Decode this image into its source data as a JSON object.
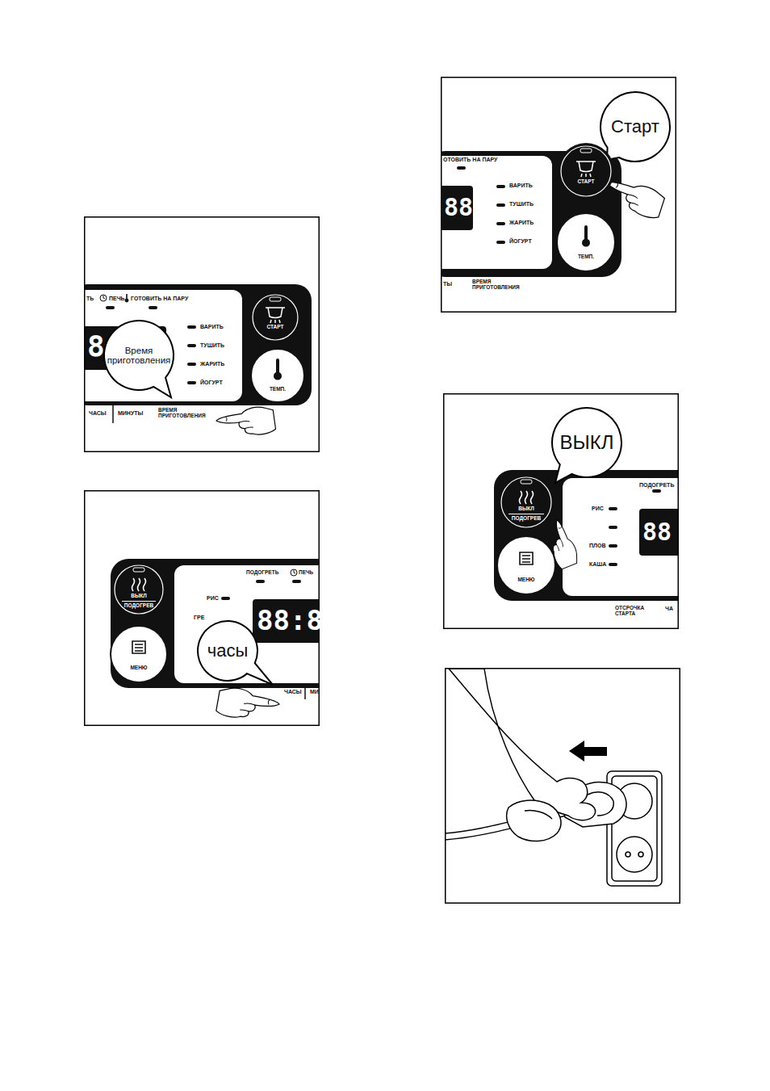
{
  "diagram": {
    "nodes": [
      {
        "text": [
          "Время приготовления"
        ]
      },
      {
        "text": [
          "СТАРТ"
        ]
      },
      {
        "text": [
          "ТЕМП."
        ]
      },
      {
        "text": [
          "ВЫКЛ",
          "ПОДОГРЕВ"
        ]
      },
      {
        "text": [
          "МЕНЮ"
        ]
      },
      {
        "text": [
          "часы"
        ]
      },
      {
        "text": [
          "Старт"
        ]
      },
      {
        "text": [
          "СТАРТ"
        ]
      },
      {
        "text": [
          "ТЕМП."
        ]
      },
      {
        "text": [
          "ВЫКЛ"
        ]
      },
      {
        "text": [
          "ВЫКЛ",
          "ПОДОГРЕВ"
        ]
      },
      {
        "text": [
          "МЕНЮ"
        ]
      }
    ],
    "labels": [
      "ТЬ",
      "ПЕЧЬ",
      "ГОТОВИТЬ НА ПАРУ",
      "8",
      "ВАРИТЬ",
      "ТУШИТЬ",
      "ЖАРИТЬ",
      "ЙОГУРТ",
      "ЧАСЫ",
      "МИНУТЫ",
      "ВРЕМЯ ПРИГОТОВЛЕНИЯ",
      "ПОДОГРЕТЬ",
      "ПЕЧЬ",
      "РИС",
      "ГРЕ",
      "88:8",
      "ЧАСЫ",
      "МИ",
      "ОТОВИТЬ НА ПАРУ",
      "88",
      "ВАРИТЬ",
      "ТУШИТЬ",
      "ЖАРИТЬ",
      "ЙОГУРТ",
      "ТЫ",
      "ВРЕМЯ ПРИГОТОВЛЕНИЯ",
      "ПОДОГРЕТЬ",
      "РИС",
      "88",
      "ПЛОВ",
      "КАША",
      "ОТСРОЧКА СТАРТА",
      "ЧА"
    ]
  }
}
